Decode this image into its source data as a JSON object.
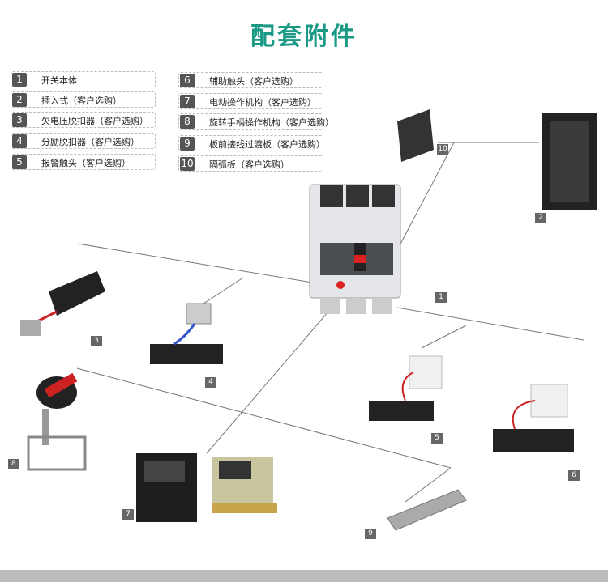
{
  "title": "配套附件",
  "legend": [
    {
      "num": "1",
      "label": "开关本体"
    },
    {
      "num": "2",
      "label": "插入式（客户选购）"
    },
    {
      "num": "3",
      "label": "欠电压脱扣器（客户选购）"
    },
    {
      "num": "4",
      "label": "分励脱扣器（客户选购）"
    },
    {
      "num": "5",
      "label": "报警触头（客户选购）"
    },
    {
      "num": "6",
      "label": "辅助触头（客户选购）"
    },
    {
      "num": "7",
      "label": "电动操作机构（客户选购）"
    },
    {
      "num": "8",
      "label": "旋转手柄操作机构（客户选购）"
    },
    {
      "num": "9",
      "label": "板前接线过渡板（客户选购）"
    },
    {
      "num": "10",
      "label": "隔弧板（客户选购）"
    }
  ],
  "tags": [
    "1",
    "2",
    "3",
    "4",
    "5",
    "6",
    "7",
    "8",
    "9",
    "10"
  ],
  "colors": {
    "title": "#1a9a86",
    "tag": "#666666"
  }
}
